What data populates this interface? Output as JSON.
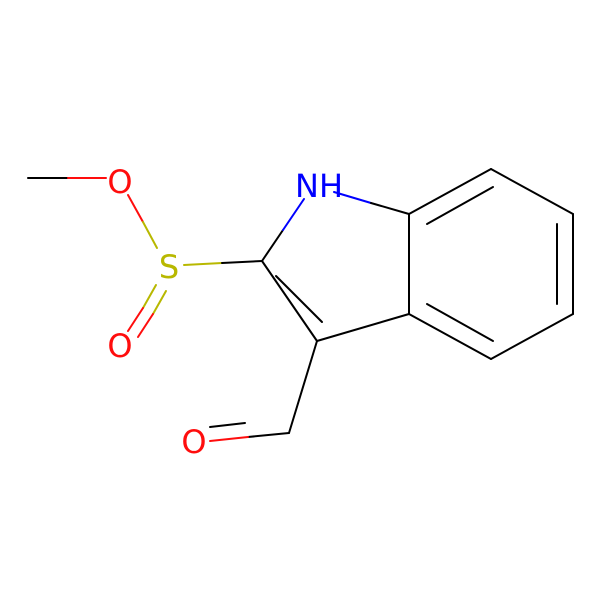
{
  "colors": {
    "carbon": "#000000",
    "oxygen": "#ff0d0d",
    "nitrogen": "#0000ff",
    "sulfur": "#b8b800",
    "background": "#ffffff"
  },
  "atoms": {
    "nh": "NH",
    "o_methoxy": "O",
    "s": "S",
    "o_sulfinyl": "O",
    "o_aldehyde": "O"
  }
}
